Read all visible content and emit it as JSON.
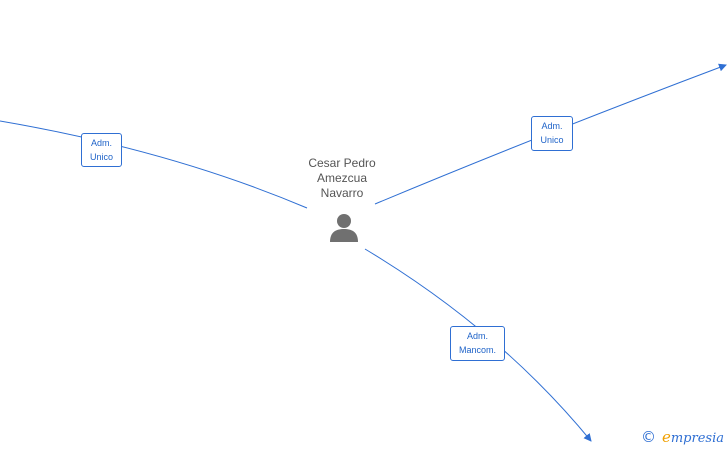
{
  "person": {
    "name_lines": [
      "Cesar Pedro",
      "Amezcua",
      "Navarro"
    ],
    "icon": "person-silhouette-icon"
  },
  "roles": {
    "left": [
      "Adm.",
      "Unico"
    ],
    "right": [
      "Adm.",
      "Unico"
    ],
    "bottom": [
      "Adm.",
      "Mancom."
    ]
  },
  "footer": {
    "copyright_symbol": "©",
    "brand_initial": "e",
    "brand_rest": "mpresia"
  },
  "colors": {
    "line": "#2f6fd3",
    "person_text": "#555555",
    "icon": "#707070"
  }
}
